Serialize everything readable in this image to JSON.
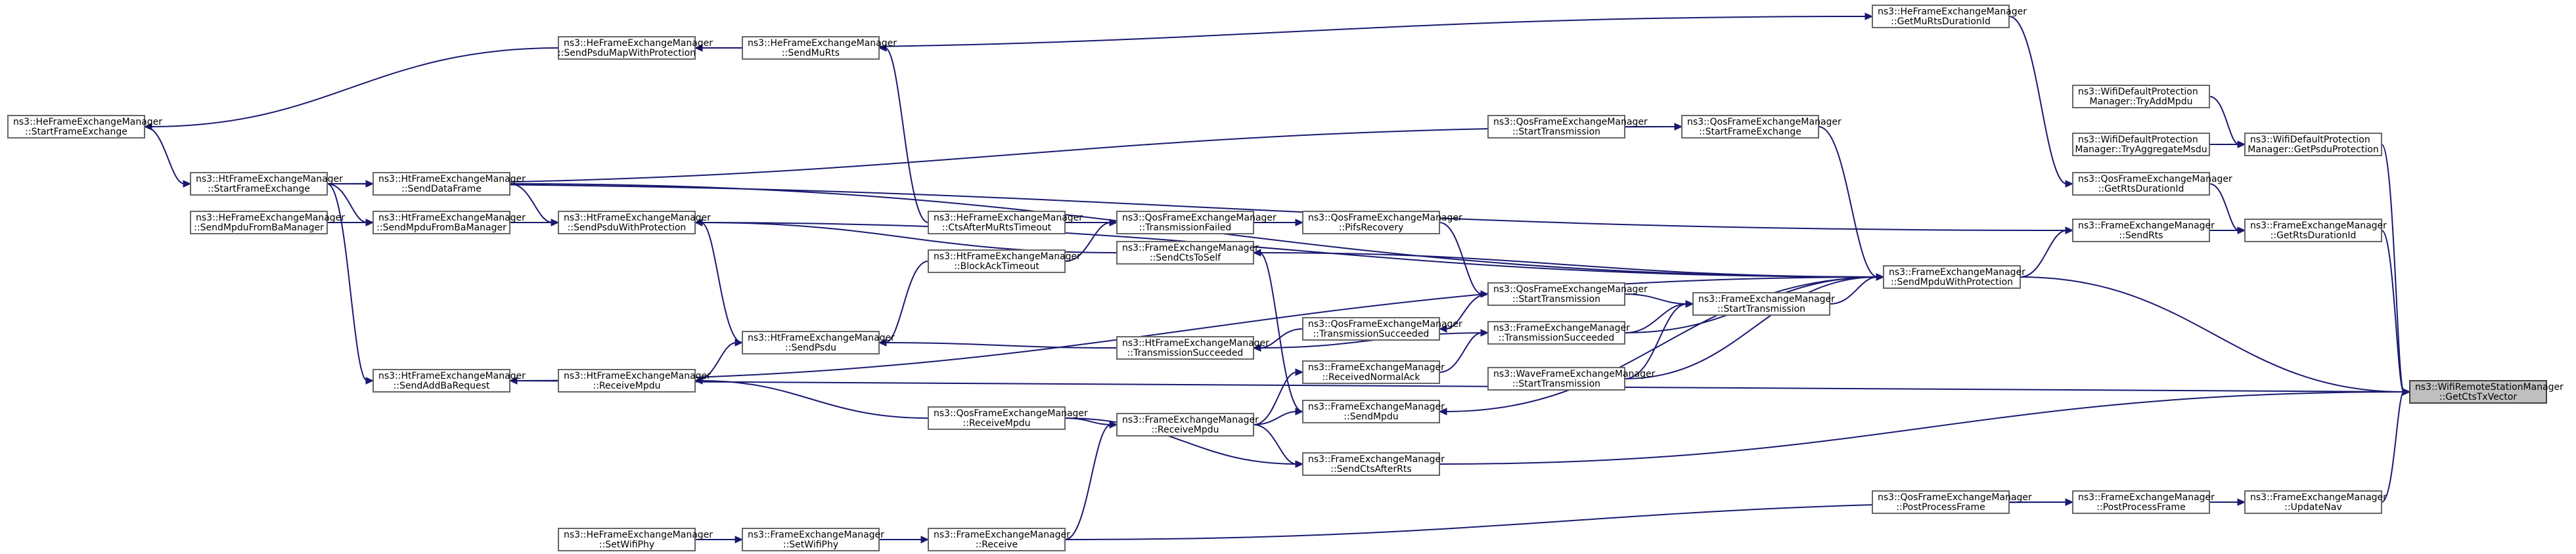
{
  "graph": {
    "root": "ns3::WifiRemoteStationManager::GetCtsTxVector",
    "nodes": [
      {
        "id": "n1",
        "l1": "ns3::WifiRemoteStationManager",
        "l2": "::GetCtsTxVector",
        "root": true
      },
      {
        "id": "n2",
        "l1": "ns3::FrameExchangeManager",
        "l2": "::GetRtsDurationId"
      },
      {
        "id": "n3",
        "l1": "ns3::FrameExchangeManager",
        "l2": "::SendRts"
      },
      {
        "id": "n4",
        "l1": "ns3::FrameExchangeManager",
        "l2": "::SendMpduWithProtection"
      },
      {
        "id": "n5",
        "l1": "ns3::FrameExchangeManager",
        "l2": "::SendCtsToSelf"
      },
      {
        "id": "n6",
        "l1": "ns3::FrameExchangeManager",
        "l2": "::StartTransmission"
      },
      {
        "id": "n7",
        "l1": "ns3::QosFrameExchangeManager",
        "l2": "::StartFrameExchange"
      },
      {
        "id": "n8",
        "l1": "ns3::HtFrameExchangeManager",
        "l2": "::StartFrameExchange"
      },
      {
        "id": "n9",
        "l1": "ns3::HeFrameExchangeManager",
        "l2": "::StartFrameExchange"
      },
      {
        "id": "n10",
        "l1": "ns3::HtFrameExchangeManager",
        "l2": "::SendDataFrame"
      },
      {
        "id": "n11",
        "l1": "ns3::HtFrameExchangeManager",
        "l2": "::SendPsduWithProtection"
      },
      {
        "id": "n12",
        "l1": "ns3::HeFrameExchangeManager",
        "l2": "::SendPsduMapWithProtection"
      },
      {
        "id": "n13",
        "l1": "ns3::HeFrameExchangeManager",
        "l2": "::SendMuRts"
      },
      {
        "id": "n14",
        "l1": "ns3::HtFrameExchangeManager",
        "l2": "::SendMpduFromBaManager"
      },
      {
        "id": "n15",
        "l1": "ns3::HeFrameExchangeManager",
        "l2": "::SendMpduFromBaManager"
      },
      {
        "id": "n16",
        "l1": "ns3::HtFrameExchangeManager",
        "l2": "::SendPsdu"
      },
      {
        "id": "n17",
        "l1": "ns3::HtFrameExchangeManager",
        "l2": "::ReceiveMpdu"
      },
      {
        "id": "n18",
        "l1": "ns3::QosFrameExchangeManager",
        "l2": "::StartTransmission"
      },
      {
        "id": "n19",
        "l1": "ns3::QosFrameExchangeManager",
        "l2": "::StartTransmission"
      },
      {
        "id": "n20",
        "l1": "ns3::QosFrameExchangeManager",
        "l2": "::PifsRecovery"
      },
      {
        "id": "n21",
        "l1": "ns3::QosFrameExchangeManager",
        "l2": "::TransmissionFailed"
      },
      {
        "id": "n22",
        "l1": "ns3::HeFrameExchangeManager",
        "l2": "::CtsAfterMuRtsTimeout"
      },
      {
        "id": "n23",
        "l1": "ns3::HtFrameExchangeManager",
        "l2": "::BlockAckTimeout"
      },
      {
        "id": "n24",
        "l1": "ns3::QosFrameExchangeManager",
        "l2": "::TransmissionSucceeded"
      },
      {
        "id": "n25",
        "l1": "ns3::HtFrameExchangeManager",
        "l2": "::TransmissionSucceeded"
      },
      {
        "id": "n26",
        "l1": "ns3::FrameExchangeManager",
        "l2": "::TransmissionSucceeded"
      },
      {
        "id": "n27",
        "l1": "ns3::FrameExchangeManager",
        "l2": "::ReceivedNormalAck"
      },
      {
        "id": "n28",
        "l1": "ns3::FrameExchangeManager",
        "l2": "::ReceiveMpdu"
      },
      {
        "id": "n29",
        "l1": "ns3::QosFrameExchangeManager",
        "l2": "::ReceiveMpdu"
      },
      {
        "id": "n30",
        "l1": "ns3::FrameExchangeManager",
        "l2": "::Receive"
      },
      {
        "id": "n31",
        "l1": "ns3::FrameExchangeManager",
        "l2": "::SetWifiPhy"
      },
      {
        "id": "n32",
        "l1": "ns3::HeFrameExchangeManager",
        "l2": "::SetWifiPhy"
      },
      {
        "id": "n33",
        "l1": "ns3::WaveFrameExchangeManager",
        "l2": "::StartTransmission"
      },
      {
        "id": "n34",
        "l1": "ns3::FrameExchangeManager",
        "l2": "::SendMpdu"
      },
      {
        "id": "n35",
        "l1": "ns3::FrameExchangeManager",
        "l2": "::SendCtsAfterRts"
      },
      {
        "id": "n36",
        "l1": "ns3::HtFrameExchangeManager",
        "l2": "::SendAddBaRequest"
      },
      {
        "id": "n37",
        "l1": "ns3::HeFrameExchangeManager",
        "l2": "::GetMuRtsDurationId"
      },
      {
        "id": "n38",
        "l1": "ns3::QosFrameExchangeManager",
        "l2": "::GetRtsDurationId"
      },
      {
        "id": "n39",
        "l1": "ns3::WifiDefaultProtection",
        "l2": "Manager::GetPsduProtection"
      },
      {
        "id": "n40",
        "l1": "ns3::WifiDefaultProtection",
        "l2": "Manager::TryAddMpdu"
      },
      {
        "id": "n41",
        "l1": "ns3::WifiDefaultProtection",
        "l2": "Manager::TryAggregateMsdu"
      },
      {
        "id": "n42",
        "l1": "ns3::FrameExchangeManager",
        "l2": "::UpdateNav"
      },
      {
        "id": "n43",
        "l1": "ns3::FrameExchangeManager",
        "l2": "::PostProcessFrame"
      },
      {
        "id": "n44",
        "l1": "ns3::QosFrameExchangeManager",
        "l2": "::PostProcessFrame"
      }
    ]
  },
  "colors": {
    "edge": "#191970",
    "node_border": "#666666",
    "root_fill": "#bfbfbf"
  }
}
